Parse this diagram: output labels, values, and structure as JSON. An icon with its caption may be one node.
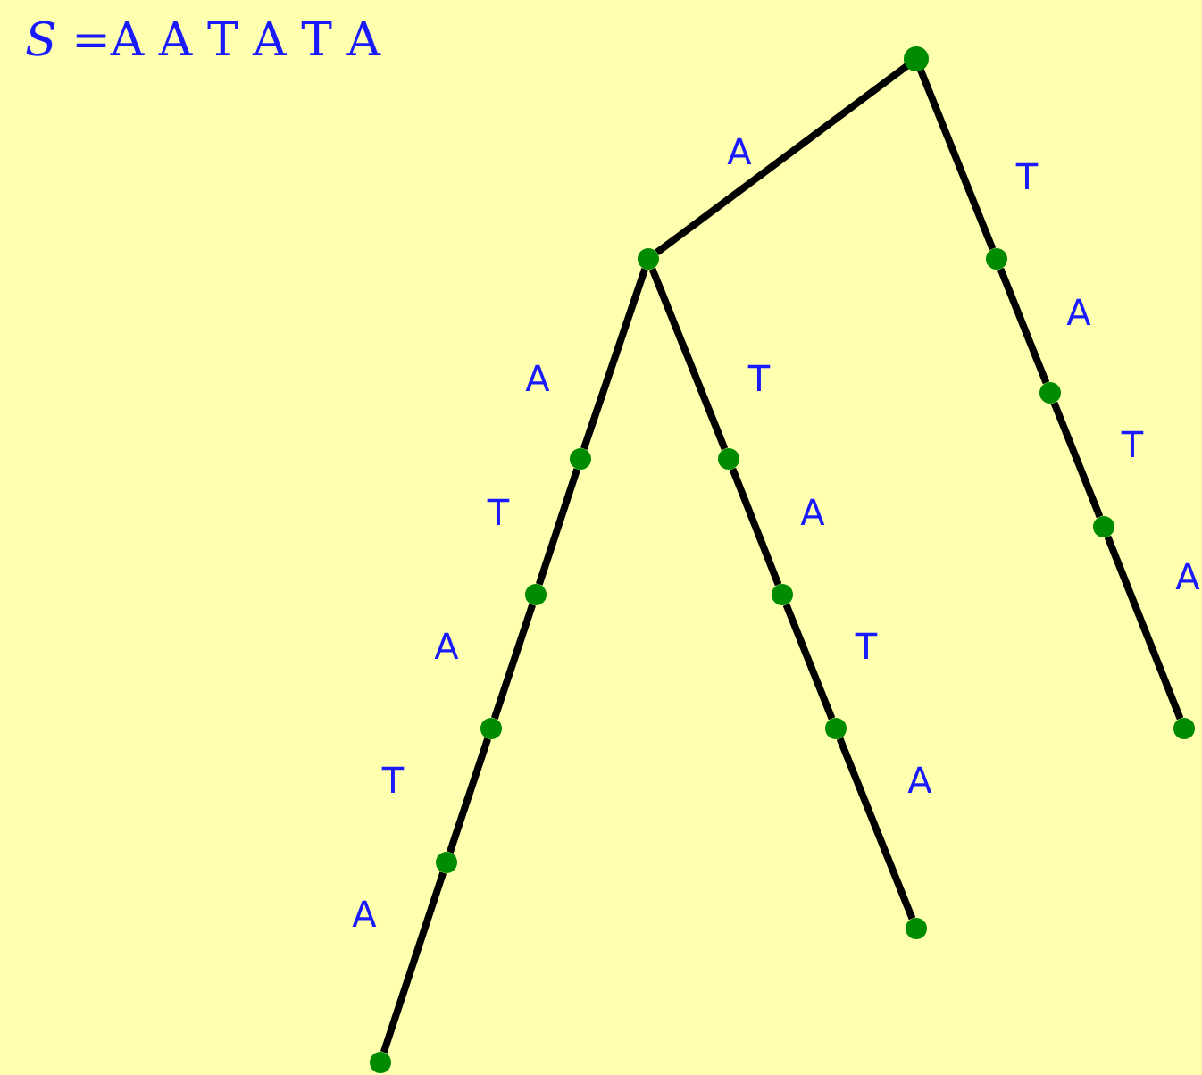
{
  "diagram": {
    "title": "*S* =A A T A T A",
    "nodes": [
      {
        "text": [],
        "shape": "circle"
      },
      {
        "text": [],
        "shape": "circle"
      },
      {
        "text": [],
        "shape": "circle"
      },
      {
        "text": [],
        "shape": "circle"
      },
      {
        "text": [],
        "shape": "circle"
      },
      {
        "text": [],
        "shape": "circle"
      },
      {
        "text": [],
        "shape": "circle"
      },
      {
        "text": [],
        "shape": "circle"
      },
      {
        "text": [],
        "shape": "circle"
      },
      {
        "text": [],
        "shape": "circle"
      },
      {
        "text": [],
        "shape": "circle"
      },
      {
        "text": [],
        "shape": "circle"
      },
      {
        "text": [],
        "shape": "circle"
      },
      {
        "text": [],
        "shape": "circle"
      },
      {
        "text": [],
        "shape": "circle"
      }
    ],
    "edges": [
      {
        "from": 0,
        "to": 1,
        "arrow": "none",
        "label": "A"
      },
      {
        "from": 0,
        "to": 2,
        "arrow": "none",
        "label": "T"
      },
      {
        "from": 2,
        "to": 3,
        "arrow": "none",
        "label": "A"
      },
      {
        "from": 3,
        "to": 4,
        "arrow": "none",
        "label": "T"
      },
      {
        "from": 4,
        "to": 5,
        "arrow": "none",
        "label": "A"
      },
      {
        "from": 1,
        "to": 6,
        "arrow": "none",
        "label": "A"
      },
      {
        "from": 6,
        "to": 7,
        "arrow": "none",
        "label": "T"
      },
      {
        "from": 7,
        "to": 8,
        "arrow": "none",
        "label": "A"
      },
      {
        "from": 8,
        "to": 9,
        "arrow": "none",
        "label": "T"
      },
      {
        "from": 9,
        "to": 10,
        "arrow": "none",
        "label": "A"
      },
      {
        "from": 1,
        "to": 11,
        "arrow": "none",
        "label": "T"
      },
      {
        "from": 11,
        "to": 12,
        "arrow": "none",
        "label": "A"
      },
      {
        "from": 12,
        "to": 13,
        "arrow": "none",
        "label": "T"
      },
      {
        "from": 13,
        "to": 14,
        "arrow": "none",
        "label": "A"
      }
    ]
  }
}
